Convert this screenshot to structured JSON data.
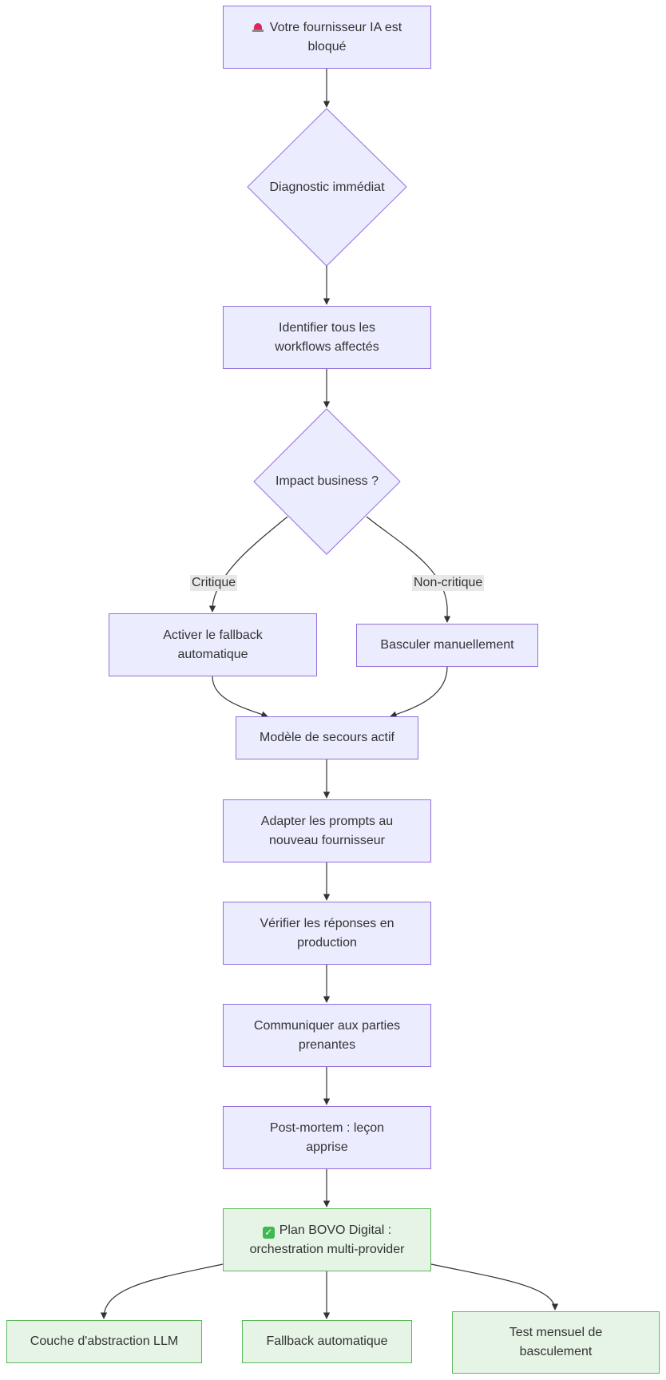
{
  "nodes": {
    "start": {
      "icon": "siren-icon",
      "line1": "Votre fournisseur IA est",
      "line2": "bloqué"
    },
    "diagnostic": {
      "label": "Diagnostic immédiat"
    },
    "identify": {
      "line1": "Identifier tous les",
      "line2": "workflows affectés"
    },
    "impact": {
      "label": "Impact business ?"
    },
    "fallback": {
      "line1": "Activer le fallback",
      "line2": "automatique"
    },
    "manual": {
      "label": "Basculer manuellement"
    },
    "backup": {
      "label": "Modèle de secours actif"
    },
    "adapt": {
      "line1": "Adapter les prompts au",
      "line2": "nouveau fournisseur"
    },
    "verify": {
      "line1": "Vérifier les réponses en",
      "line2": "production"
    },
    "communicate": {
      "line1": "Communiquer aux parties",
      "line2": "prenantes"
    },
    "postmortem": {
      "line1": "Post-mortem : leçon",
      "line2": "apprise"
    },
    "plan": {
      "icon": "check-icon",
      "line1": "Plan BOVO Digital :",
      "line2": "orchestration multi-provider"
    },
    "abstraction": {
      "label": "Couche d'abstraction LLM"
    },
    "autofallback": {
      "label": "Fallback automatique"
    },
    "monthlytest": {
      "line1": "Test mensuel de",
      "line2": "basculement"
    }
  },
  "edges": {
    "critical_label": "Critique",
    "noncritical_label": "Non-critique"
  },
  "colors": {
    "node_fill": "#ececff",
    "node_stroke": "#9370db",
    "green_fill": "#e6f4e6",
    "green_stroke": "#5cb85c",
    "edge": "#333333"
  }
}
